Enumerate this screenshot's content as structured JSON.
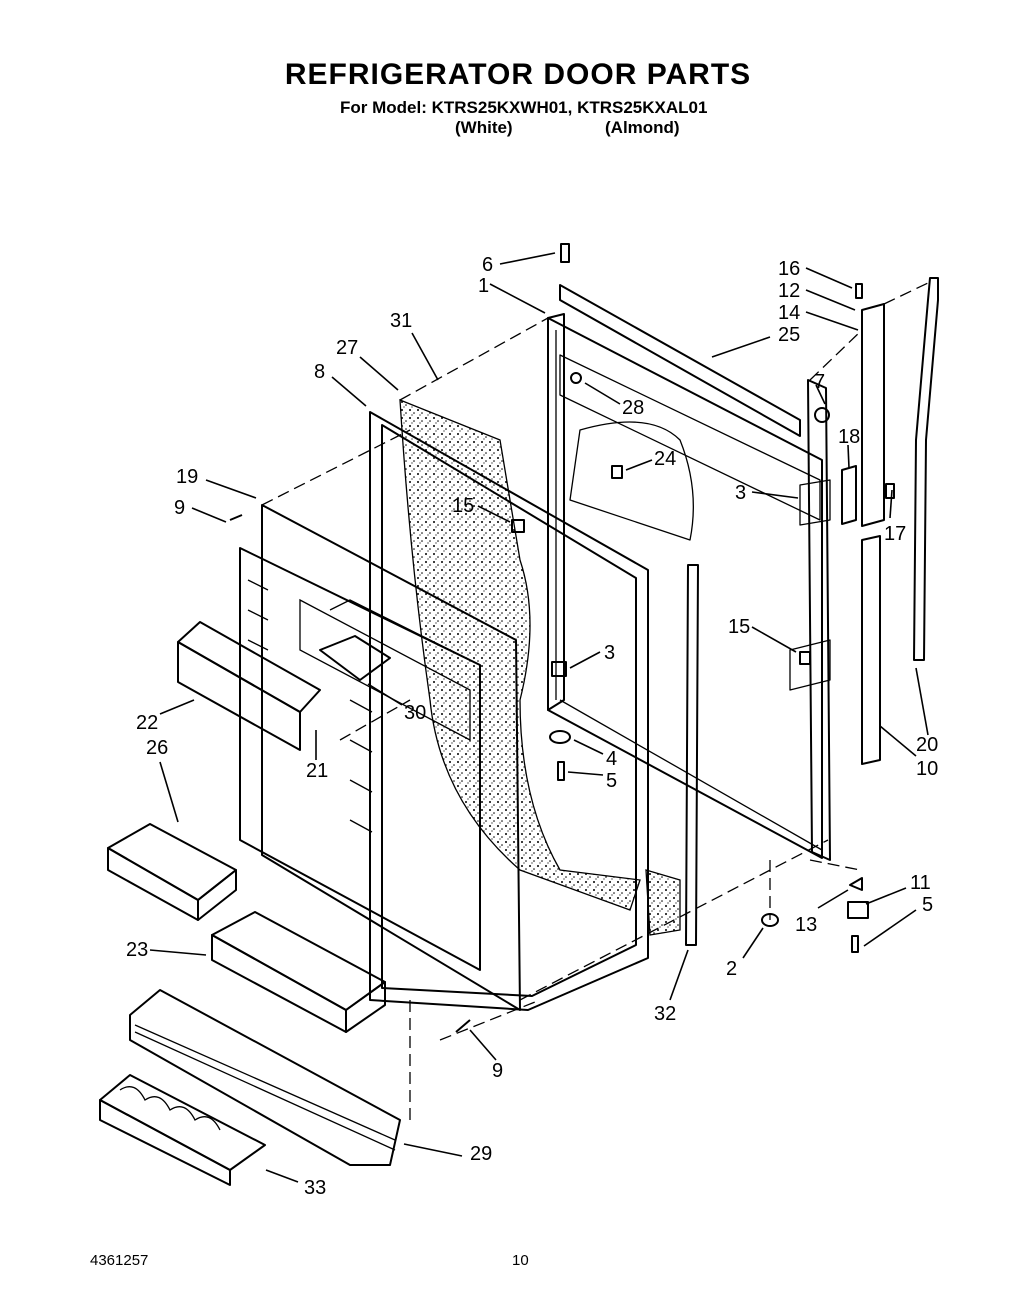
{
  "header": {
    "title": "REFRIGERATOR DOOR PARTS",
    "model_line": "For Model: KTRS25KXWH01, KTRS25KXAL01",
    "variant_1": "(White)",
    "variant_2": "(Almond)"
  },
  "footer": {
    "doc_number": "4361257",
    "page_number": "10"
  },
  "callouts": [
    "6",
    "1",
    "16",
    "12",
    "14",
    "25",
    "31",
    "27",
    "8",
    "7",
    "28",
    "18",
    "24",
    "3",
    "19",
    "9",
    "15",
    "17",
    "15",
    "3",
    "22",
    "30",
    "26",
    "4",
    "21",
    "5",
    "20",
    "10",
    "11",
    "5",
    "13",
    "2",
    "23",
    "9",
    "32",
    "29",
    "33"
  ]
}
